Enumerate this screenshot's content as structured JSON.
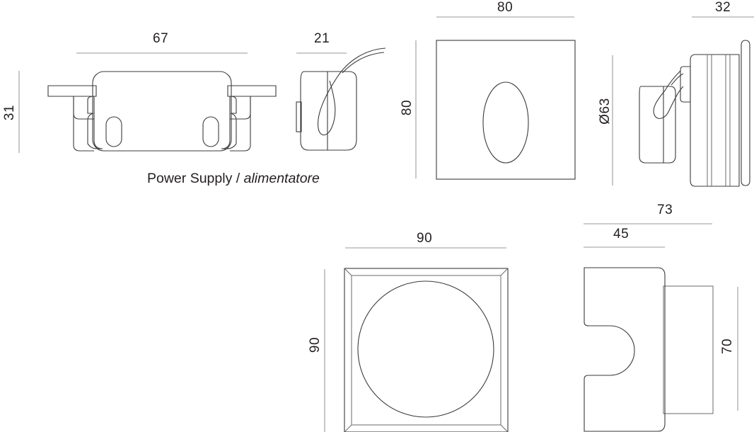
{
  "drawing": {
    "title": "Technical dimension drawing - recessed wall luminaire with power supply",
    "units": "mm",
    "line_color": "#3b3b3b",
    "dim_line_color": "#9a9a9a",
    "text_color": "#231f20",
    "background": "#ffffff"
  },
  "captions": {
    "power_supply_en": "Power Supply",
    "power_supply_sep": " / ",
    "power_supply_it": "alimentatore"
  },
  "dimensions": {
    "ps_width": "67",
    "ps_height": "31",
    "ps_depth": "21",
    "front_width": "80",
    "front_height": "80",
    "body_depth": "32",
    "body_diameter": "Ø63",
    "plate_width": "90",
    "plate_height": "90",
    "profile_total_depth": "73",
    "profile_front_depth": "45",
    "profile_height": "70"
  },
  "views": [
    {
      "name": "power-supply-front-view",
      "label": "Power Supply / alimentatore",
      "dims": [
        "67",
        "31"
      ]
    },
    {
      "name": "power-supply-side-view",
      "dims": [
        "21"
      ]
    },
    {
      "name": "square-faceplate-front-view-80",
      "dims": [
        "80",
        "80"
      ]
    },
    {
      "name": "luminaire-side-section-view",
      "dims": [
        "32",
        "Ø63"
      ]
    },
    {
      "name": "square-faceplate-front-view-90",
      "dims": [
        "90",
        "90"
      ]
    },
    {
      "name": "recess-box-side-view",
      "dims": [
        "73",
        "45",
        "70"
      ]
    }
  ],
  "chart_data": {
    "type": "table",
    "title": "Dimension callouts (mm)",
    "categories": [
      "ps_width",
      "ps_height",
      "ps_depth",
      "front_width",
      "front_height",
      "body_depth",
      "body_diameter",
      "plate_width",
      "plate_height",
      "profile_total_depth",
      "profile_front_depth",
      "profile_height"
    ],
    "values": [
      67,
      31,
      21,
      80,
      80,
      32,
      63,
      90,
      90,
      73,
      45,
      70
    ]
  }
}
